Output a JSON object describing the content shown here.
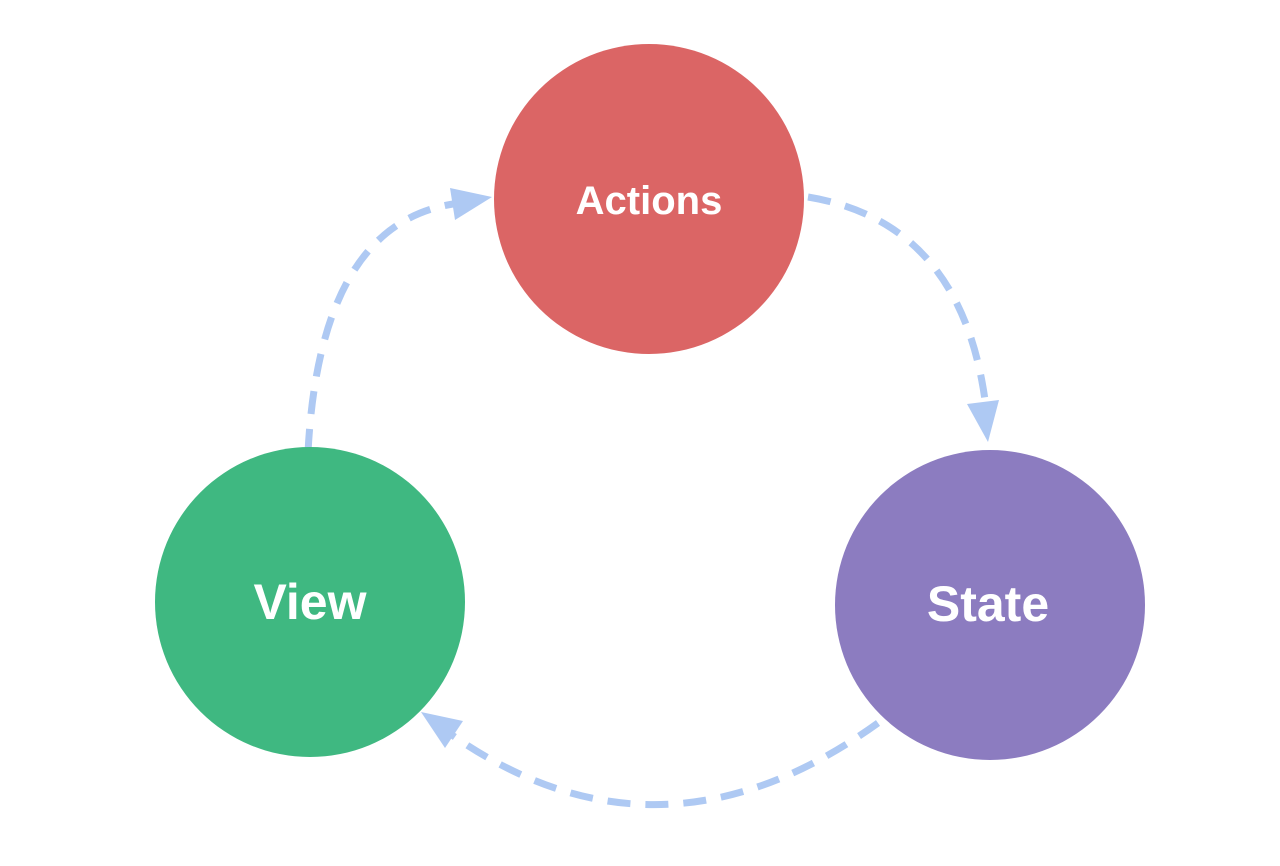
{
  "diagram": {
    "type": "cycle-flow-diagram",
    "background": "#ffffff",
    "arrow_color": "#aec9f3",
    "nodes": {
      "actions": {
        "label": "Actions",
        "fill": "#db6565",
        "text_color": "#ffffff"
      },
      "state": {
        "label": "State",
        "fill": "#8c7cc0",
        "text_color": "#ffffff"
      },
      "view": {
        "label": "View",
        "fill": "#3fb881",
        "text_color": "#ffffff"
      }
    },
    "edges": [
      {
        "from": "Actions",
        "to": "State"
      },
      {
        "from": "State",
        "to": "View"
      },
      {
        "from": "View",
        "to": "Actions"
      }
    ]
  }
}
